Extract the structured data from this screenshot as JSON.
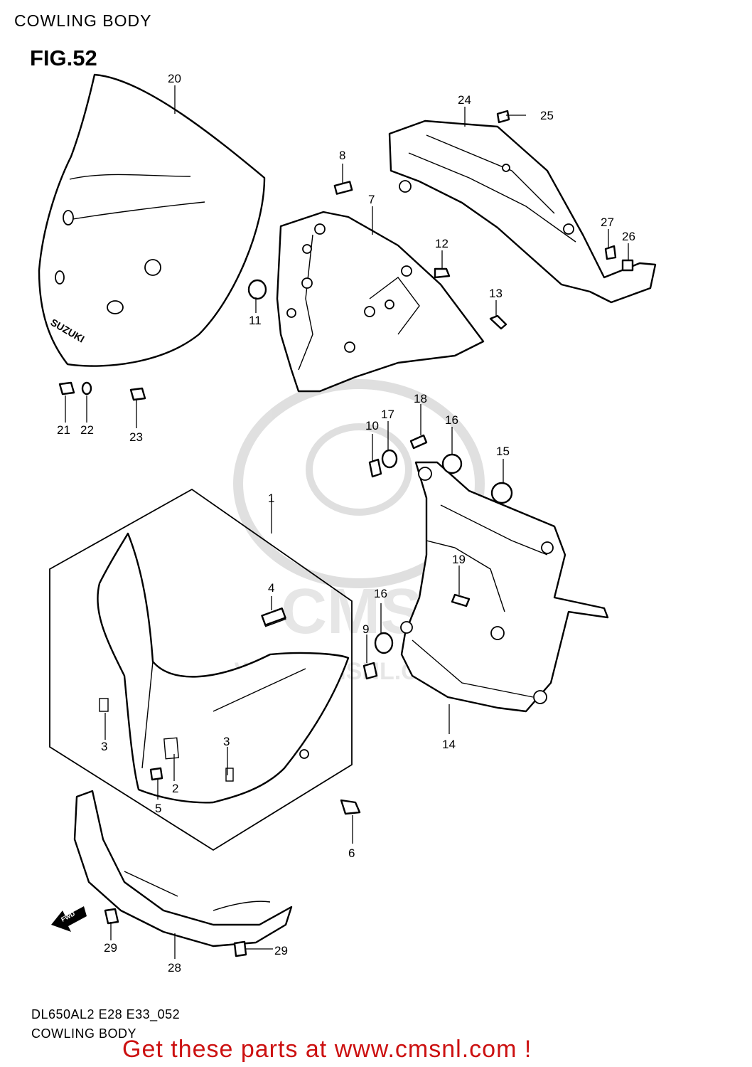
{
  "header": {
    "title": "COWLING BODY"
  },
  "figure": {
    "label": "FIG.52"
  },
  "diagram": {
    "callouts": [
      "1",
      "2",
      "3",
      "3",
      "4",
      "5",
      "6",
      "7",
      "8",
      "9",
      "10",
      "11",
      "12",
      "13",
      "14",
      "15",
      "16",
      "16",
      "17",
      "18",
      "19",
      "20",
      "21",
      "22",
      "23",
      "24",
      "25",
      "26",
      "27",
      "28",
      "29",
      "29"
    ],
    "windscreen_logo": "SUZUKI",
    "fwd_arrow": "FWD",
    "watermark": {
      "logo": "CMS",
      "url": "WWW.CMSNL.COM"
    }
  },
  "footer": {
    "model_code": "DL650AL2 E28 E33_052",
    "subtitle": "COWLING BODY",
    "cta": "Get these parts at www.cmsnl.com !"
  }
}
